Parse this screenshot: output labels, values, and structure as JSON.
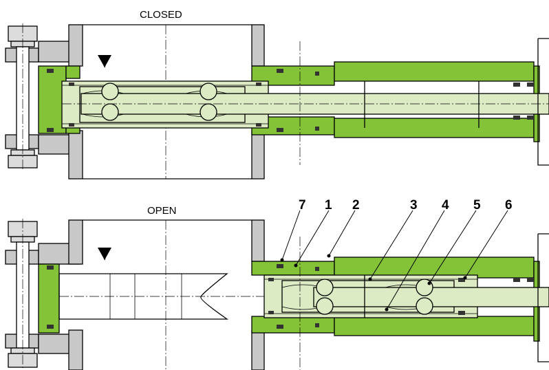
{
  "views": {
    "closed": {
      "label": "CLOSED"
    },
    "open": {
      "label": "OPEN"
    }
  },
  "callouts": [
    "7",
    "1",
    "2",
    "3",
    "4",
    "5",
    "6"
  ],
  "colors": {
    "seal_green": "#84c238",
    "light_green": "#dcebc4",
    "flange_gray": "#c8c8c8",
    "line": "#000000"
  },
  "icons": {
    "level_marker": "triangle-down-icon"
  }
}
